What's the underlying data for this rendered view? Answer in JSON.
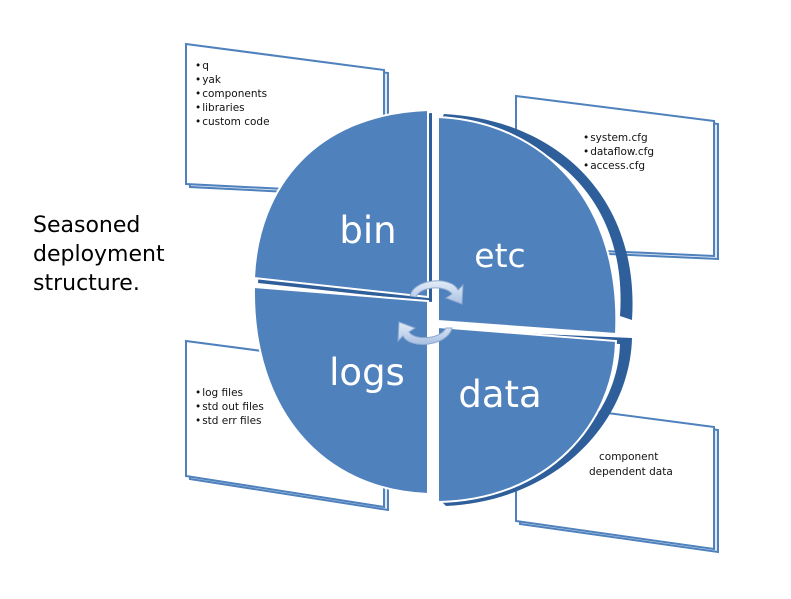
{
  "caption": {
    "line1": "Seasoned",
    "line2": "deployment",
    "line3": "structure."
  },
  "segments": {
    "bin": "bin",
    "etc": "etc",
    "logs": "logs",
    "data": "data"
  },
  "notes": {
    "bin_items": [
      "q",
      "yak",
      "components",
      "libraries",
      "custom code"
    ],
    "etc_items": [
      "system.cfg",
      "dataflow.cfg",
      "access.cfg"
    ],
    "logs_items": [
      "log files",
      "std out files",
      "std err files"
    ],
    "data_text_line1": "component",
    "data_text_line2": "dependent data"
  },
  "colors": {
    "segment_fill": "#4f81bd",
    "segment_edge": "#2e5f9a",
    "note_border": "#4f81bd",
    "arrow_fill": "#c6d9f1"
  },
  "icons": [
    "cycle-arrows-icon"
  ]
}
